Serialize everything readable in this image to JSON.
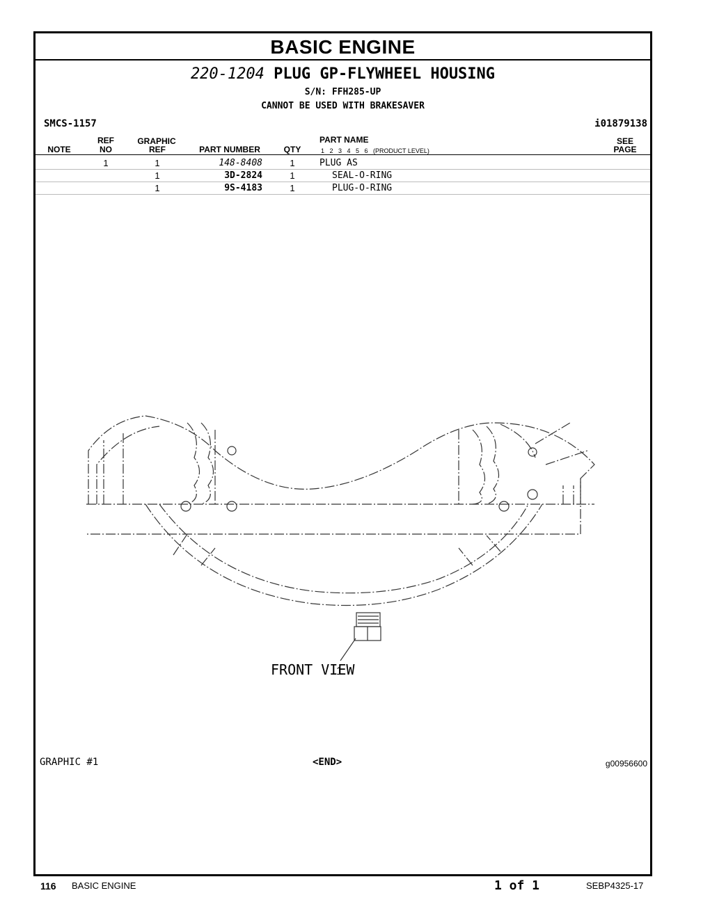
{
  "header": {
    "section_title": "BASIC ENGINE"
  },
  "part": {
    "number": "220-1204",
    "name": "PLUG GP-FLYWHEEL HOUSING",
    "serial": "S/N: FFH285-UP",
    "note": "CANNOT BE USED WITH BRAKESAVER",
    "smcs": "SMCS-1157",
    "illustration_id": "i01879138"
  },
  "columns": {
    "note": "NOTE",
    "ref_no_1": "REF",
    "ref_no_2": "NO",
    "graphic_ref_1": "GRAPHIC",
    "graphic_ref_2": "REF",
    "part_number": "PART NUMBER",
    "qty": "QTY",
    "part_name": "PART NAME",
    "levels": "1   2   3   4   5   6   (PRODUCT LEVEL)",
    "see_1": "SEE",
    "see_2": "PAGE"
  },
  "rows": [
    {
      "ref_no": "1",
      "graphic_ref": "1",
      "part_number": "148-8408",
      "qty": "1",
      "part_name": "PLUG AS"
    },
    {
      "ref_no": "",
      "graphic_ref": "1",
      "part_number": "3D-2824",
      "qty": "1",
      "part_name": "SEAL-O-RING"
    },
    {
      "ref_no": "",
      "graphic_ref": "1",
      "part_number": "9S-4183",
      "qty": "1",
      "part_name": "PLUG-O-RING"
    }
  ],
  "graphic": {
    "callout": "1",
    "view_label": "FRONT VIEW",
    "graphic_label": "GRAPHIC #1",
    "end_marker": "<END>",
    "graphic_id": "g00956600"
  },
  "footer": {
    "page_number": "116",
    "section": "BASIC ENGINE",
    "page_of": "1 of 1",
    "doc_id": "SEBP4325-17"
  }
}
